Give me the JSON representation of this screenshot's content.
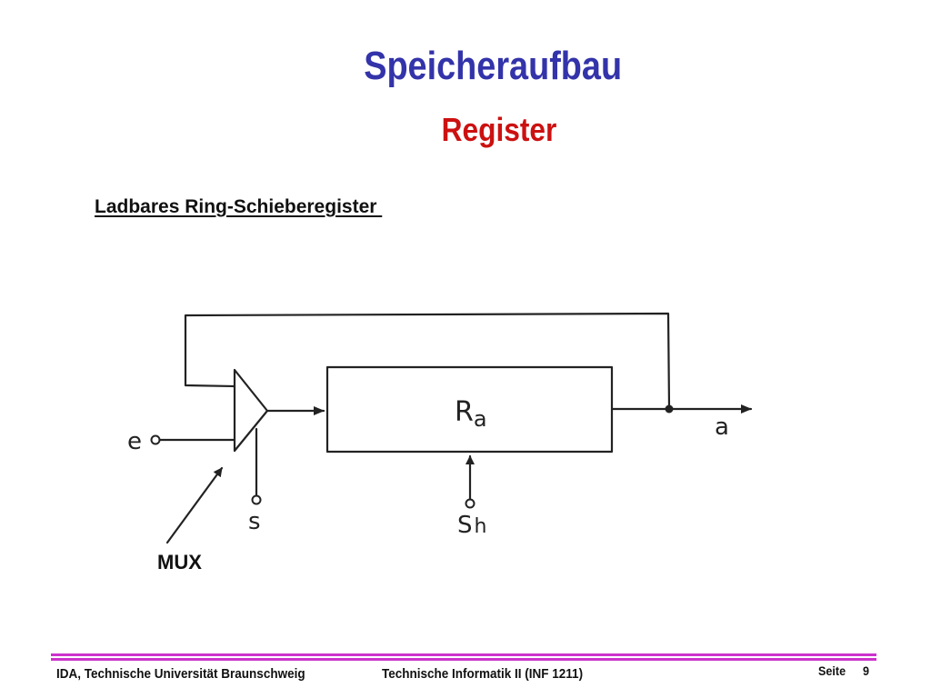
{
  "slide": {
    "title": "Speicheraufbau",
    "subtitle": "Register",
    "section_heading": "Ladbares Ring-Schieberegister "
  },
  "diagram": {
    "register_label": "R",
    "register_label_sub": "a",
    "input_label": "e",
    "output_label": "a",
    "select_label": "s",
    "shift_label": "S",
    "shift_label_sub": "h",
    "mux_label": "MUX"
  },
  "footer": {
    "left": "IDA, Technische Universität Braunschweig",
    "center": "Technische Informatik II (INF 1211)",
    "page_label": "Seite",
    "page_number": "9"
  },
  "colors": {
    "title": "#3333aa",
    "subtitle": "#cc1111",
    "footer_rule": "#cc33cc",
    "ink": "#222222"
  }
}
